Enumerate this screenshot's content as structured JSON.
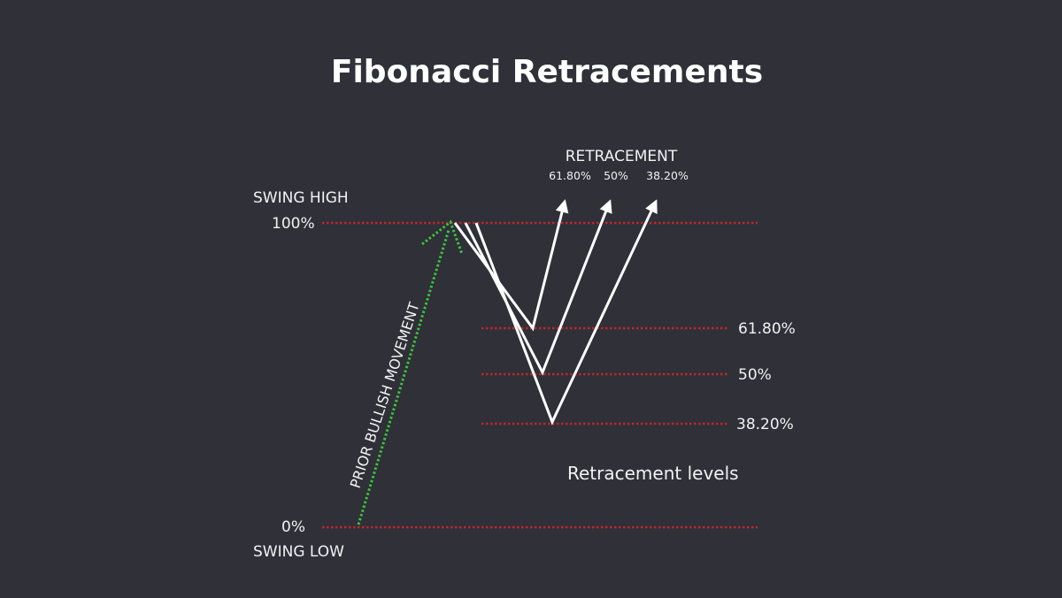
{
  "title": "Fibonacci Retracements",
  "labels": {
    "swing_high": "SWING HIGH",
    "swing_low": "SWING LOW",
    "prior_movement": "PRIOR BULLISH MOVEMENT",
    "retracement_header": "RETRACEMENT",
    "retracement_levels_caption": "Retracement levels"
  },
  "levels": [
    {
      "name": "100%",
      "value": 100
    },
    {
      "name": "61.80%",
      "value": 61.8
    },
    {
      "name": "50%",
      "value": 50
    },
    {
      "name": "38.20%",
      "value": 38.2
    },
    {
      "name": "0%",
      "value": 0
    }
  ],
  "retracement_arrows": [
    "61.80%",
    "50%",
    "38.20%"
  ],
  "colors": {
    "background": "#2f3038",
    "level_line": "#c0262c",
    "bullish_arrow": "#3cc43c",
    "price_path": "#ffffff",
    "text": "#f2f2f2"
  }
}
